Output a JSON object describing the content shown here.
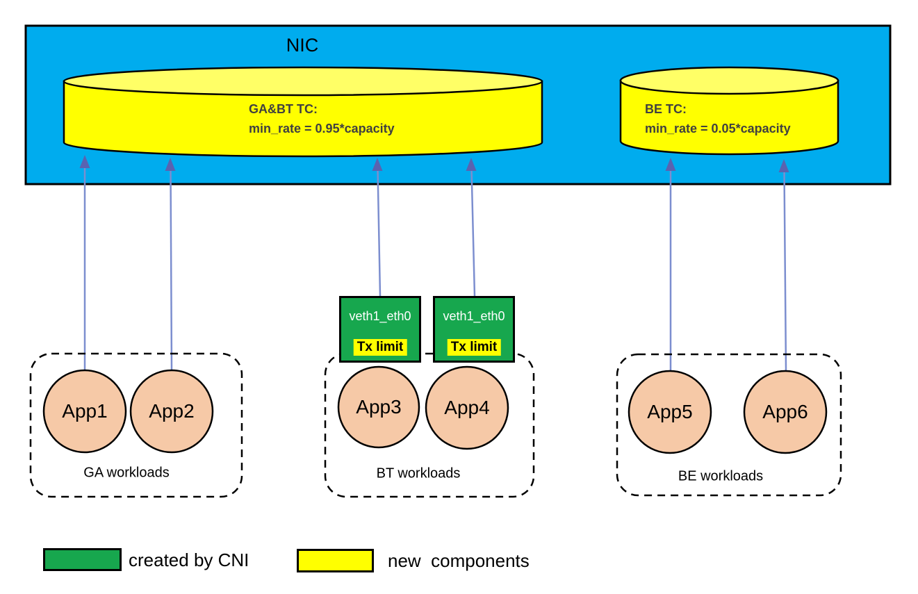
{
  "nic": {
    "label": "NIC"
  },
  "traffic_classes": [
    {
      "title": "GA&BT TC:",
      "rate": "min_rate = 0.95*capacity"
    },
    {
      "title": "BE TC:",
      "rate": "min_rate = 0.05*capacity"
    }
  ],
  "veth_devices": [
    {
      "name": "veth1_eth0",
      "limit": "Tx limit"
    },
    {
      "name": "veth1_eth0",
      "limit": "Tx limit"
    }
  ],
  "workload_groups": [
    {
      "label": "GA workloads",
      "apps": [
        "App1",
        "App2"
      ]
    },
    {
      "label": "BT workloads",
      "apps": [
        "App3",
        "App4"
      ]
    },
    {
      "label": "BE workloads",
      "apps": [
        "App5",
        "App6"
      ]
    }
  ],
  "legend": [
    {
      "swatch": "green",
      "label": "created by CNI"
    },
    {
      "swatch": "yellow",
      "label": "new  components"
    }
  ],
  "colors": {
    "nic_blue": "#00ACEE",
    "cylinder_yellow": "#FFFF00",
    "cylinder_top": "#FFFF66",
    "cni_green": "#17A74E",
    "app_peach": "#F6C9A7",
    "arrow_line": "#7C8ECF",
    "arrow_head": "#5A63B0",
    "tc_text": "#404040"
  }
}
